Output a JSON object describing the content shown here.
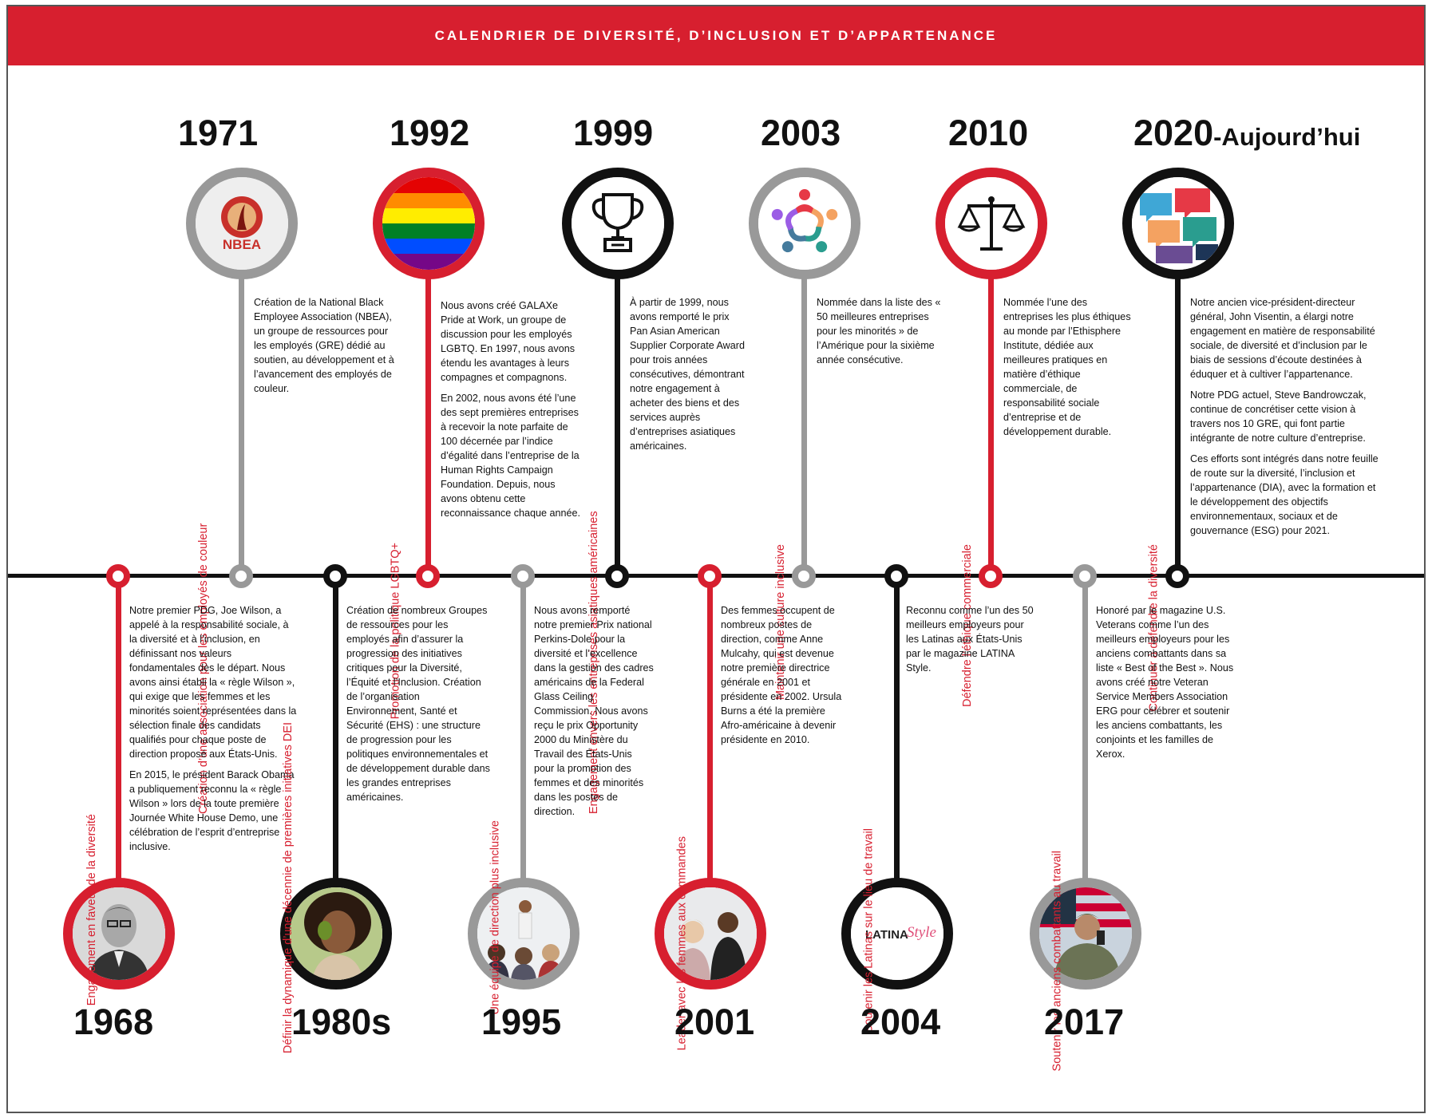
{
  "header": {
    "title": "CALENDRIER DE DIVERSITÉ, D’INCLUSION ET D’APPARTENANCE"
  },
  "top": [
    {
      "year": "1971",
      "suffix": "",
      "label": "Création d’une association pour les employés de couleur",
      "paragraphs": [
        "Création de la National Black Employee Association (NBEA), un groupe de ressources pour les employés (GRE) dédié au soutien, au développement et à l’avancement des employés de couleur."
      ],
      "icon": "nbea-logo",
      "logo_text": "NBEA"
    },
    {
      "year": "1992",
      "suffix": "",
      "label": "Promotion de la politique LGBTQ+",
      "paragraphs": [
        "Nous avons créé GALAXe Pride at Work, un groupe de discussion pour les employés LGBTQ. En 1997, nous avons étendu les avantages à leurs compagnes et compagnons.",
        "En 2002, nous avons été l’une des sept premières entreprises à recevoir la note parfaite de 100 décernée par l’indice d’égalité dans l’entreprise de la Human Rights Campaign Foundation. Depuis, nous avons obtenu cette reconnaissance chaque année."
      ],
      "icon": "rainbow-flag-icon"
    },
    {
      "year": "1999",
      "suffix": "",
      "label": "Engagement envers les entreprises asiatiques américaines",
      "paragraphs": [
        "À partir de 1999, nous avons remporté le prix Pan Asian American Supplier Corporate Award pour trois années consécutives, démontrant notre engagement à acheter des biens et des services auprès d’entreprises asiatiques américaines."
      ],
      "icon": "trophy-icon"
    },
    {
      "year": "2003",
      "suffix": "",
      "label": "Maintenir une culture inclusive",
      "paragraphs": [
        "Nommée dans la liste des « 50 meilleures entreprises pour les minorités » de l’Amérique pour la sixième année consécutive."
      ],
      "icon": "people-circle-icon"
    },
    {
      "year": "2010",
      "suffix": "",
      "label": "Défendre l’éthique commerciale",
      "paragraphs": [
        "Nommée l’une des entreprises les plus éthiques au monde par l’Ethisphere Institute, dédiée aux meilleures pratiques en matière d’éthique commerciale, de responsabilité sociale d’entreprise et de développement durable."
      ],
      "icon": "scales-icon"
    },
    {
      "year": "2020",
      "suffix": "-Aujourd’hui",
      "label": "Continuer à défendre la diversité",
      "paragraphs": [
        "Notre ancien vice-président-directeur général, John Visentin, a élargi notre engagement en matière de responsabilité sociale, de diversité et d’inclusion par le biais de sessions d’écoute destinées à éduquer et à cultiver l’appartenance.",
        "Notre PDG actuel, Steve Bandrowczak, continue de concrétiser cette vision à travers nos 10 GRE, qui font partie intégrante de notre culture d’entreprise.",
        "Ces efforts sont intégrés dans notre feuille de route sur la diversité, l’inclusion et l’appartenance (DIA), avec la formation et le développement des objectifs environnementaux, sociaux et de gouvernance (ESG) pour 2021."
      ],
      "icon": "speech-bubbles-icon"
    }
  ],
  "bottom": [
    {
      "year": "1968",
      "label": "Engagement en faveur de la diversité",
      "paragraphs": [
        "Notre premier PDG, Joe Wilson, a appelé à la responsabilité sociale, à la diversité et à l’inclusion, en définissant nos valeurs fondamentales dès le départ. Nous avons ainsi établi la « règle Wilson », qui exige que les femmes et les minorités soient représentées dans la sélection finale des candidats qualifiés pour chaque poste de direction proposé aux États-Unis.",
        "En 2015, le président Barack Obama a publiquement reconnu la « règle Wilson » lors de la toute première Journée White House Demo, une célébration de l’esprit d’entreprise inclusive."
      ],
      "icon": "portrait-icon"
    },
    {
      "year": "1980s",
      "label": "Définir la dynamique d’une décennie de premières initiatives DEI",
      "paragraphs": [
        "Création de nombreux Groupes de ressources pour les employés afin d’assurer la progression des initiatives critiques pour la Diversité, l’Équité et l’Inclusion. Création de l’organisation Environnement, Santé et Sécurité (EHS) : une structure de progression pour les politiques environnementales et de développement durable dans les grandes entreprises américaines."
      ],
      "icon": "woman-leaf-photo-icon"
    },
    {
      "year": "1995",
      "label": "Une équipe de direction plus inclusive",
      "paragraphs": [
        "Nous avons remporté notre premier Prix national Perkins-Dole pour la diversité et l’excellence dans la gestion des cadres américains de la Federal Glass Ceiling Commission. Nous avons reçu le prix Opportunity 2000 du Ministère du Travail des États-Unis pour la promotion des femmes et des minorités dans les postes de direction."
      ],
      "icon": "meeting-photo-icon"
    },
    {
      "year": "2001",
      "label": "Leader avec les femmes aux commandes",
      "paragraphs": [
        "Des femmes occupent de nombreux postes de direction, comme Anne Mulcahy, qui est devenue notre première directrice générale en 2001 et présidente en 2002. Ursula Burns a été la première Afro-américaine à devenir présidente en 2010."
      ],
      "icon": "women-leaders-photo-icon"
    },
    {
      "year": "2004",
      "label": "Soutenir les Latinas sur le lieu de travail",
      "paragraphs": [
        "Reconnu comme l’un des 50 meilleurs employeurs pour les Latinas aux États-Unis par le magazine LATINA Style."
      ],
      "icon": "latina-style-logo",
      "logo_text": "LATINA",
      "logo_text2": "Style"
    },
    {
      "year": "2017",
      "label": "Soutenir les anciens combattants au travail",
      "paragraphs": [
        "Honoré par le magazine U.S. Veterans comme l’un des meilleurs employeurs pour les anciens combattants dans sa liste « Best of the Best ». Nous avons créé notre Veteran Service Members Association ERG pour célébrer et soutenir les anciens combattants, les conjoints et les familles de Xerox."
      ],
      "icon": "veteran-photo-icon"
    }
  ],
  "colors": {
    "accent": "#d71f2f",
    "gray": "#999999",
    "black": "#111111"
  }
}
